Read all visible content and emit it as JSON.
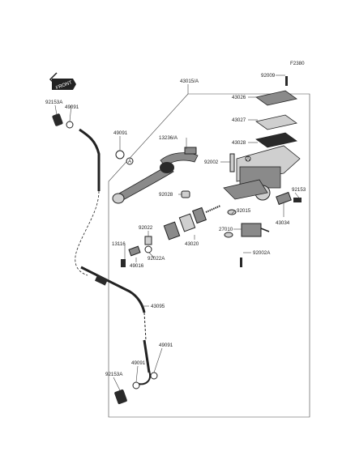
{
  "figure_code": "F2380",
  "front_badge": "FRONT",
  "callout_letter": "A",
  "labels": {
    "p43015A": "43015/A",
    "p92009": "92009",
    "p43026": "43026",
    "p43027": "43027",
    "p43028": "43028",
    "p13236A": "13236/A",
    "p92002": "92002",
    "p92153_r": "92153",
    "p92028": "92028",
    "p92015": "92015",
    "p43034": "43034",
    "p92022": "92022",
    "p27010": "27010",
    "p92022A": "92022A",
    "p92002A": "92002A",
    "p43020": "43020",
    "p13116": "13116",
    "p49016": "49016",
    "p43095": "43095",
    "p92153A_top": "92153A",
    "p49091_top": "49091",
    "p49091_mid": "49091",
    "p49091_b1": "49091",
    "p49091_b2": "49091",
    "p92153A_bot": "92153A"
  },
  "colors": {
    "line": "#444444",
    "part_dark": "#2a2a2a",
    "part_mid": "#8a8a8a",
    "part_light": "#cfcfcf",
    "text": "#222222",
    "background": "#ffffff"
  }
}
